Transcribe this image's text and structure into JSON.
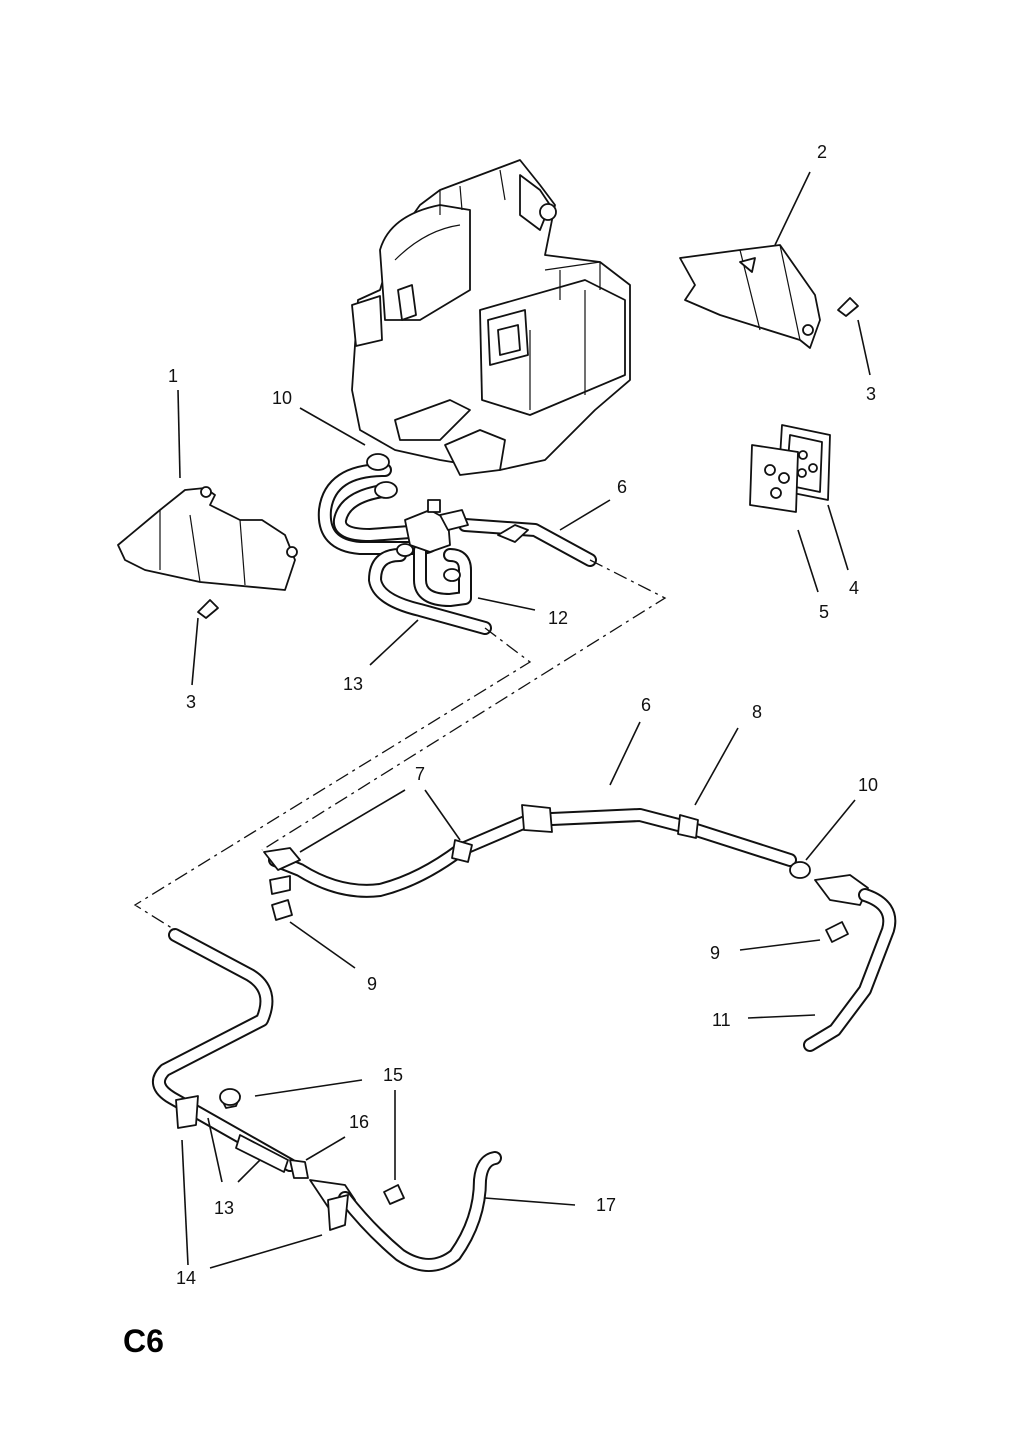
{
  "diagram": {
    "title": "C6",
    "callouts": {
      "c1": "1",
      "c2": "2",
      "c3a": "3",
      "c3b": "3",
      "c4": "4",
      "c5": "5",
      "c6a": "6",
      "c6b": "6",
      "c7": "7",
      "c8": "8",
      "c9a": "9",
      "c9b": "9",
      "c10a": "10",
      "c10b": "10",
      "c11": "11",
      "c12": "12",
      "c13a": "13",
      "c13b": "13",
      "c14": "14",
      "c15": "15",
      "c16": "16",
      "c17": "17"
    }
  }
}
